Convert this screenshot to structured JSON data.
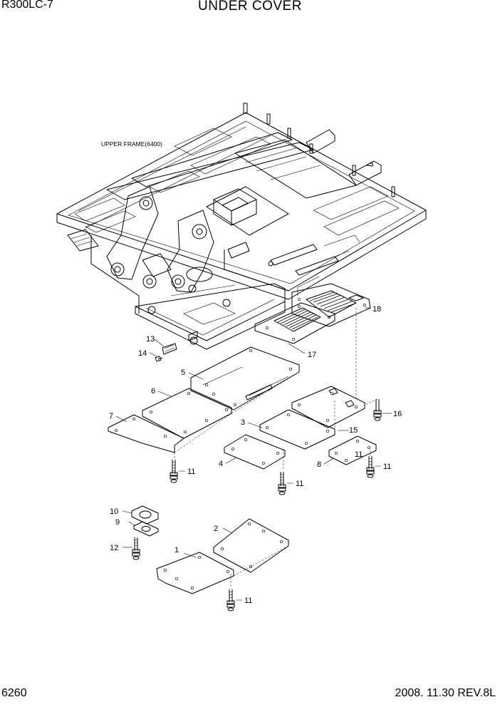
{
  "header": {
    "model": "R300LC-7",
    "title": "UNDER COVER"
  },
  "footer": {
    "page_number": "6260",
    "revision": "2008. 11.30  REV.8L"
  },
  "annotation": {
    "frame_label": "UPPER FRAME(6400)"
  },
  "callouts": [
    "1",
    "2",
    "3",
    "4",
    "5",
    "6",
    "7",
    "8",
    "9",
    "10",
    "11",
    "11",
    "11",
    "11",
    "11",
    "12",
    "13",
    "14",
    "15",
    "16",
    "17",
    "18"
  ]
}
